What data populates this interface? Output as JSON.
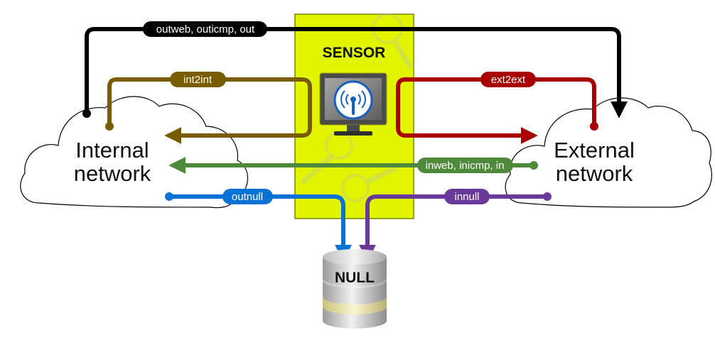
{
  "sensor": {
    "label": "SENSOR"
  },
  "networks": {
    "internal": {
      "line1": "Internal",
      "line2": "network"
    },
    "external": {
      "line1": "External",
      "line2": "network"
    }
  },
  "null_store": {
    "label": "NULL"
  },
  "flows": {
    "out": {
      "label": "outweb, outicmp, out",
      "color": "#000000"
    },
    "int2int": {
      "label": "int2int",
      "color": "#7a5c00"
    },
    "ext2ext": {
      "label": "ext2ext",
      "color": "#a80000"
    },
    "in": {
      "label": "inweb, inicmp, in",
      "color": "#4f8a3c"
    },
    "outnull": {
      "label": "outnull",
      "color": "#0a72d4"
    },
    "innull": {
      "label": "innull",
      "color": "#6a3a9a"
    }
  },
  "colors": {
    "sensor_fill": "#e2f500",
    "monitor_screen": "#7a7a7a",
    "wifi_icon": "#1560c0"
  },
  "icons": [
    "wifi-icon",
    "monitor-icon",
    "magnifier-icon",
    "database-icon",
    "cloud-icon"
  ]
}
